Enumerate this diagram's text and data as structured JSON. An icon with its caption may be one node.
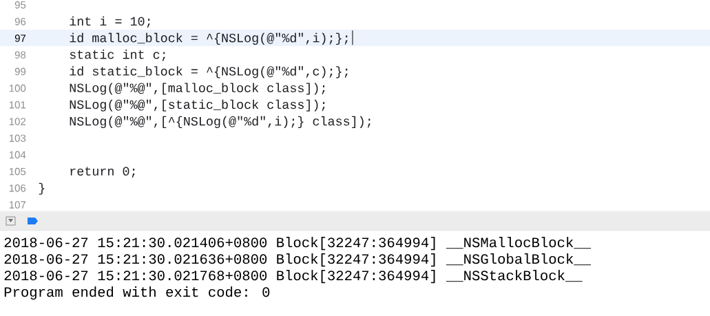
{
  "diagram": {
    "labels": [
      "95",
      "96",
      "int i = 10;",
      "97",
      "id malloc_block = ^{NSLog(@\"%d\",i);};",
      "98",
      "static int c;",
      "99",
      "id static_block = ^{NSLog(@\"%d\",c);};",
      "100",
      "NSLog(@\"%@\",[malloc_block class]);",
      "101",
      "NSLog(@\"%@\",[static_block class]);",
      "102",
      "NSLog(@\"%@\",[^{NSLog(@\"%d\",i);} class]);",
      "103",
      "104",
      "105",
      "return 0;",
      "106",
      "}",
      "107",
      "2018-06-27 15:21:30.021406+0800 Block[32247:364994] __NSMallocBlock__",
      "2018-06-27 15:21:30.021636+0800 Block[32247:364994] __NSGlobalBlock__",
      "2018-06-27 15:21:30.021768+0800 Block[32247:364994] __NSStackBlock__",
      "Program ended with exit code: 0"
    ]
  }
}
